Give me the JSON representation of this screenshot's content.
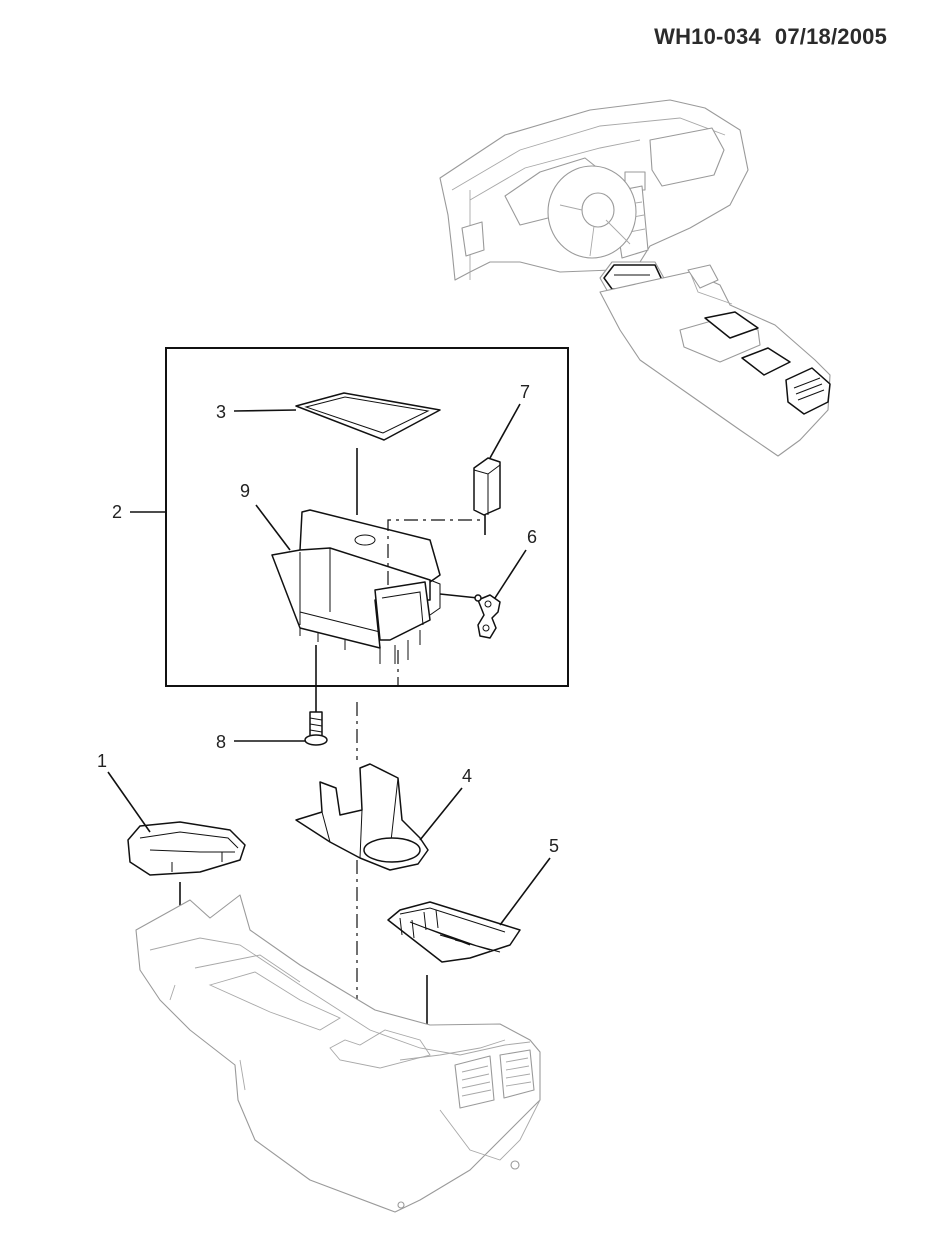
{
  "header": {
    "diagram_code": "WH10-034",
    "date": "07/18/2005"
  },
  "callouts": [
    {
      "id": "c1",
      "label": "1"
    },
    {
      "id": "c2",
      "label": "2"
    },
    {
      "id": "c3",
      "label": "3"
    },
    {
      "id": "c4",
      "label": "4"
    },
    {
      "id": "c5",
      "label": "5"
    },
    {
      "id": "c6",
      "label": "6"
    },
    {
      "id": "c7",
      "label": "7"
    },
    {
      "id": "c8",
      "label": "8"
    },
    {
      "id": "c9",
      "label": "9"
    }
  ]
}
